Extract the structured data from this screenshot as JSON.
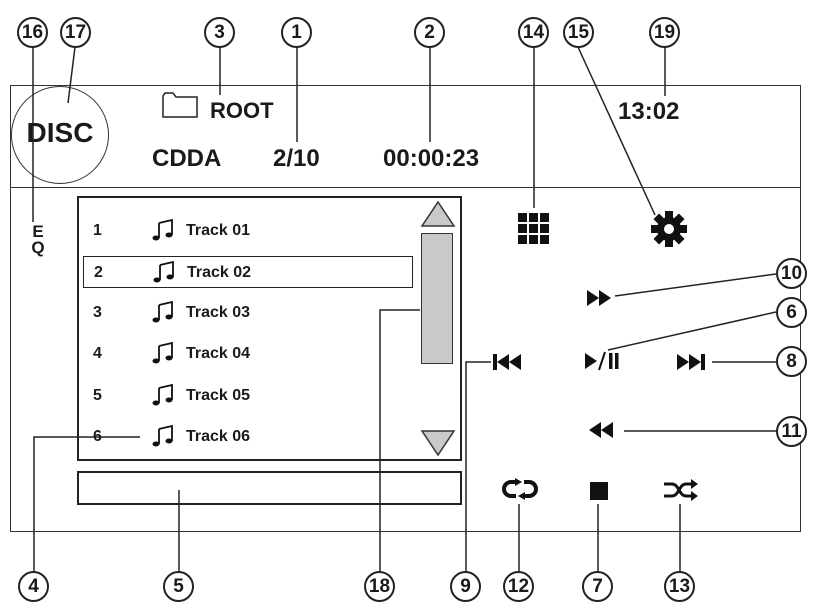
{
  "header": {
    "source_label": "DISC",
    "folder_name": "ROOT",
    "format": "CDDA",
    "track_position": "2/10",
    "elapsed_time": "00:00:23",
    "clock": "13:02"
  },
  "sidebar": {
    "eq_label": "E\nQ"
  },
  "playlist": {
    "selected_index": 1,
    "rows": [
      {
        "number": "1",
        "name": "Track 01"
      },
      {
        "number": "2",
        "name": "Track 02"
      },
      {
        "number": "3",
        "name": "Track 03"
      },
      {
        "number": "4",
        "name": "Track 04"
      },
      {
        "number": "5",
        "name": "Track 05"
      },
      {
        "number": "6",
        "name": "Track 06"
      }
    ]
  },
  "icons": {
    "menu": "grid-icon",
    "settings": "gear-icon",
    "fast_forward": "fast-forward-icon",
    "play_pause": "play-pause-icon",
    "previous": "skip-previous-icon",
    "next": "skip-next-icon",
    "rewind": "rewind-icon",
    "repeat": "repeat-icon",
    "stop": "stop-icon",
    "shuffle": "shuffle-icon"
  },
  "callouts": [
    "1",
    "2",
    "3",
    "4",
    "5",
    "6",
    "7",
    "8",
    "9",
    "10",
    "11",
    "12",
    "13",
    "14",
    "15",
    "16",
    "17",
    "18",
    "19"
  ],
  "colors": {
    "line": "#222222",
    "scroll_thumb": "#c9c9c9",
    "background": "#ffffff"
  }
}
